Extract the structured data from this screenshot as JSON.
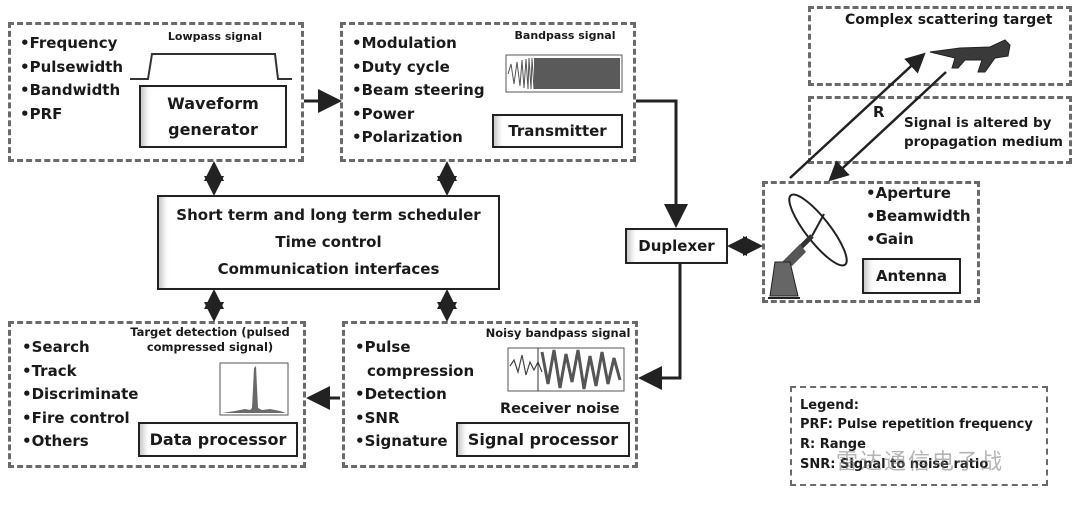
{
  "waveform_group": {
    "bullets": [
      "Frequency",
      "Pulsewidth",
      "Bandwidth",
      "PRF"
    ],
    "signal_caption": "Lowpass signal",
    "box_line1": "Waveform",
    "box_line2": "generator"
  },
  "transmitter_group": {
    "bullets": [
      "Modulation",
      "Duty cycle",
      "Beam steering",
      "Power",
      "Polarization"
    ],
    "signal_caption": "Bandpass  signal",
    "box_label": "Transmitter"
  },
  "scheduler": {
    "lines": [
      "Short term and long term scheduler",
      "Time control",
      "Communication interfaces"
    ]
  },
  "duplexer": {
    "label": "Duplexer"
  },
  "target_group": {
    "title": "Complex scattering target"
  },
  "propagation": {
    "range_label": "R",
    "line1": "Signal is altered by",
    "line2": "propagation medium"
  },
  "antenna_group": {
    "bullets": [
      "Aperture",
      "Beamwidth",
      "Gain"
    ],
    "box_label": "Antenna"
  },
  "data_processor_group": {
    "bullets": [
      "Search",
      "Track",
      "Discriminate",
      "Fire control",
      "Others"
    ],
    "signal_caption_line1": "Target detection (pulsed",
    "signal_caption_line2": "compressed signal)",
    "box_label": "Data processor"
  },
  "signal_processor_group": {
    "bullets_line1": "Pulse",
    "bullets_line1b": "compression",
    "bullets": [
      "Detection",
      "SNR",
      "Signature"
    ],
    "signal_caption": "Noisy bandpass signal",
    "noise_label": "Receiver noise",
    "box_label": "Signal processor"
  },
  "legend": {
    "title": "Legend:",
    "entries": [
      "PRF: Pulse repetition frequency",
      "R: Range",
      "SNR: Signal to noise ratio"
    ]
  },
  "watermark": "雷达通信电子战"
}
